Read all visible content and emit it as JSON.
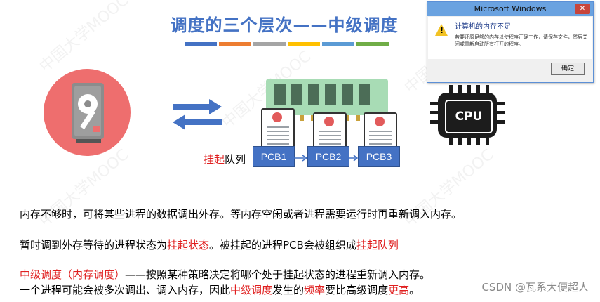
{
  "slide": {
    "title": "调度的三个层次——中级调度",
    "title_bar_colors": [
      "#4472c4",
      "#ed7d31",
      "#a5a5a5",
      "#ffc000",
      "#5b9bd5",
      "#70ad47"
    ],
    "queue_label_prefix": "挂起",
    "queue_label_suffix": "队列",
    "pcbs": [
      "PCB1",
      "PCB2",
      "PCB3"
    ],
    "cpu_label": "CPU"
  },
  "dialog": {
    "title": "Microsoft Windows",
    "close_label": "✕",
    "message": "计算机的内存不足",
    "detail": "若要还原足够的内存以使程序正确工作，请保存文件，然后关闭或重新启动所有打开的程序。",
    "ok_label": "确定"
  },
  "body_text": {
    "line1": "内存不够时，可将某些进程的数据调出外存。等内存空闲或者进程需要运行时再重新调入内存。",
    "line2_a": "暂时调到外存等待的进程状态为",
    "line2_b": "挂起状态",
    "line2_c": "。被挂起的进程PCB会被组织成",
    "line2_d": "挂起队列",
    "line3_a": "中级调度（内存调度）",
    "line3_b": "——按照某种策略决定将哪个处于挂起状态的进程重新调入内存。",
    "line4_a": "一个进程可能会被多次调出、调入内存，因此",
    "line4_b": "中级调度",
    "line4_c": "发生的",
    "line4_d": "频率",
    "line4_e": "要比高级调度",
    "line4_f": "更高",
    "line4_g": "。"
  },
  "watermark": {
    "text": "中国大学MOOC",
    "credit": "CSDN @瓦系大便超人"
  },
  "colors": {
    "accent": "#4472c4",
    "highlight": "#e02020"
  }
}
